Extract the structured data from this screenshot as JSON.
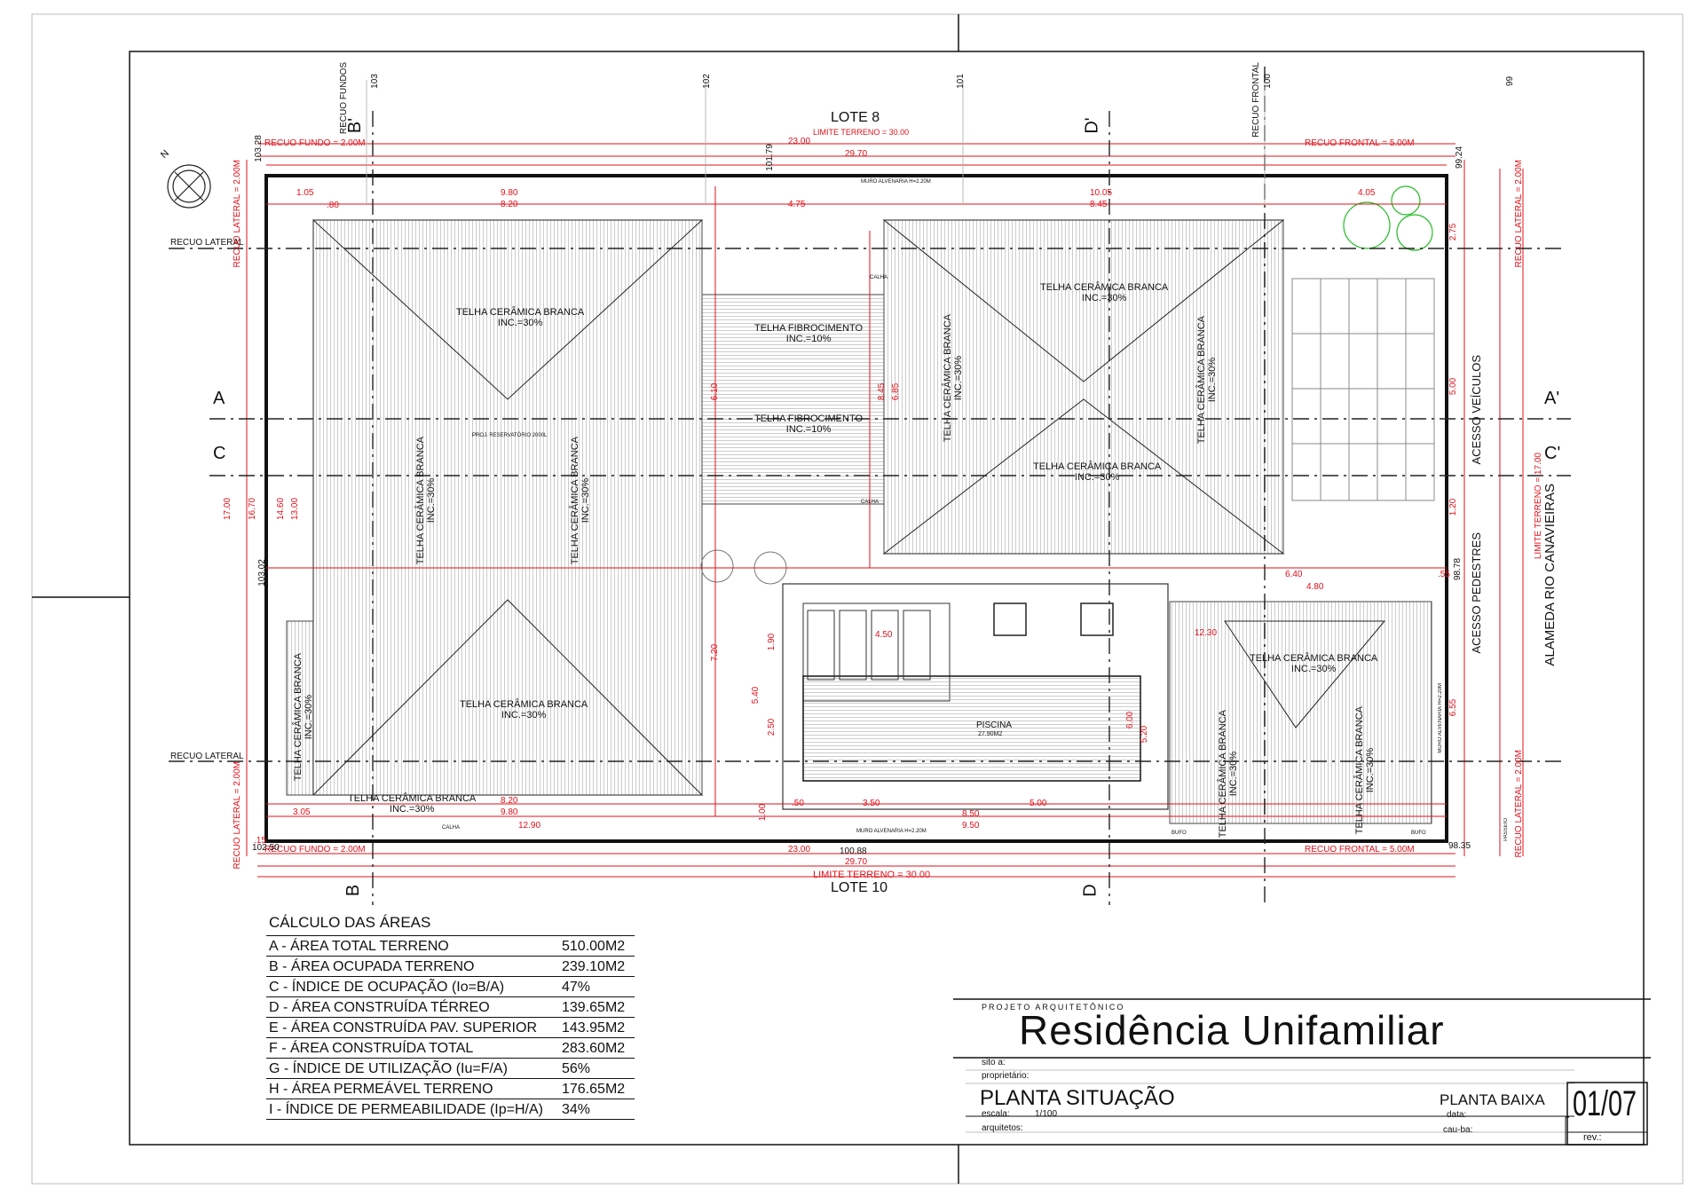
{
  "plan": {
    "lot_top": "LOTE 8",
    "lot_bottom": "LOTE 10",
    "street": "ALAMEDA RIO CANAVIEIRAS",
    "limite_top": "LIMITE TERRENO = 30.00",
    "limite_bottom": "LIMITE TERRENO = 30.00",
    "limite_side": "LIMITE TERRENO = 17.00",
    "recuo_fundo": "RECUO  FUNDO = 2.00M",
    "recuo_frontal": "RECUO  FRONTAL = 5.00M",
    "recuo_lateral": "RECUO LATERAL = 2.00M",
    "recuo_lateral_short": "RECUO LATERAL",
    "recuo_fundos_axis": "RECUO FUNDOS",
    "recuo_frontal_axis": "RECUO FRONTAL",
    "muro_top": "MURO ALVENARIA H=2.20M",
    "muro_bottom": "MURO ALVENARIA H=2.20M",
    "muro_side": "MURO ALVENARIA H=2.20M",
    "acesso_veiculos": "ACESSO VEÍCULOS",
    "acesso_pedestres": "ACESSO PEDESTRES",
    "piscina": "PISCINA",
    "piscina_area": "27.90M2",
    "reservatorio": "PROJ. RESERVATÓRIO 2000L",
    "calha": "CALHA",
    "bufo": "BUFO",
    "passeio": "PASSEIO",
    "roof_ceramica": "TELHA CERÂMICA BRANCA",
    "roof_ceramica_inc": "INC.=30%",
    "roof_fibro": "TELHA FIBROCIMENTO",
    "roof_fibro_inc": "INC.=10%",
    "section_a": "A",
    "section_a2": "A'",
    "section_b": "B",
    "section_b2": "B'",
    "section_c": "C",
    "section_c2": "C'",
    "section_d": "D",
    "section_d2": "D'",
    "north": "N",
    "contours": [
      "103",
      "102",
      "101",
      "100",
      "99"
    ],
    "levels": [
      "103.28",
      "101.79",
      "99.24",
      "103.02",
      "98.78",
      "102.50",
      "100.88",
      "98.35"
    ],
    "dims_top": [
      "9.80",
      "8.20",
      "4.75",
      "10.05",
      "8.45",
      "4.05",
      "23.00",
      "29.70",
      "1.05"
    ],
    "dims_bottom": [
      "9.80",
      "8.20",
      "12.90",
      "3.50",
      "5.00",
      "8.50",
      "9.50",
      "23.00",
      "29.70",
      "3.05"
    ],
    "dims_side": [
      "17.00",
      "13.00",
      "14.60",
      "16.70",
      "6.10",
      "7.20",
      "5.40",
      "1.90",
      "2.50",
      "6.85",
      "8.45",
      "5.00",
      "1.20",
      "2.75",
      "6.55",
      "6.00",
      "5.20",
      "12.30",
      "4.80",
      "6.40",
      "4.50",
      ".80",
      ".50",
      ".15",
      "1.00",
      ".55"
    ]
  },
  "areas": {
    "title": "CÁLCULO DAS ÁREAS",
    "rows": [
      {
        "label": "A - ÁREA TOTAL TERRENO",
        "value": "510.00M2"
      },
      {
        "label": "B - ÁREA OCUPADA TERRENO",
        "value": "239.10M2"
      },
      {
        "label": "C - ÍNDICE DE OCUPAÇÃO (Io=B/A)",
        "value": "47%"
      },
      {
        "label": "D - ÁREA CONSTRUÍDA TÉRREO",
        "value": "139.65M2"
      },
      {
        "label": "E - ÁREA CONSTRUÍDA PAV. SUPERIOR",
        "value": "143.95M2"
      },
      {
        "label": "F - ÁREA CONSTRUÍDA TOTAL",
        "value": "283.60M2"
      },
      {
        "label": "G - ÍNDICE DE UTILIZAÇÃO (Iu=F/A)",
        "value": "56%"
      },
      {
        "label": "H - ÁREA PERMEÁVEL TERRENO",
        "value": "176.65M2"
      },
      {
        "label": "I - ÍNDICE DE PERMEABILIDADE (Ip=H/A)",
        "value": "34%"
      }
    ]
  },
  "title_block": {
    "project_type": "PROJETO ARQUITETÔNICO",
    "project_name": "Residência Unifamiliar",
    "sito": "sito a:",
    "proprietario": "proprietário:",
    "sheet_title": "PLANTA SITUAÇÃO",
    "escala_label": "escala:",
    "escala_value": "1/100",
    "arquitetos": "arquitetos:",
    "sheet_type": "PLANTA BAIXA",
    "data": "data:",
    "cau": "cau-ba:",
    "sheet_number": "01/07",
    "rev": "rev.:"
  }
}
